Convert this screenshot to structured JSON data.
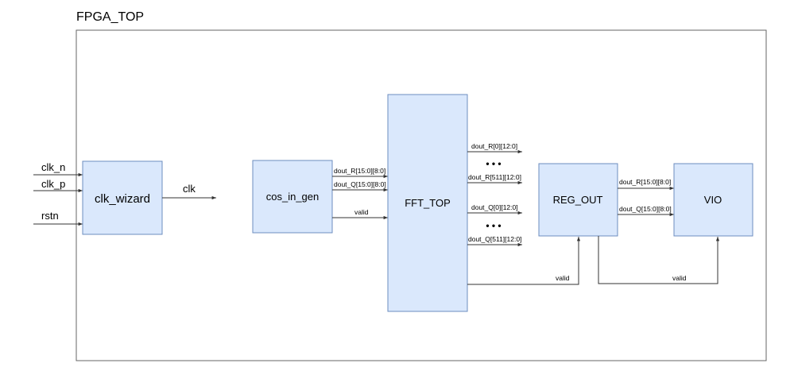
{
  "diagram": {
    "container_title": "FPGA_TOP",
    "inputs": {
      "clk_n": "clk_n",
      "clk_p": "clk_p",
      "rstn": "rstn"
    },
    "blocks": {
      "clk_wizard": "clk_wizard",
      "cos_in_gen": "cos_in_gen",
      "fft_top": "FFT_TOP",
      "reg_out": "REG_OUT",
      "vio": "VIO"
    },
    "signals": {
      "clk": "clk",
      "cos_dout_r": "dout_R[15:0][8:0]",
      "cos_dout_q": "dout_Q[15:0][8:0]",
      "cos_valid": "valid",
      "fft_dout_r0": "dout_R[0][12:0]",
      "fft_dout_r511": "dout_R[511][12:0]",
      "fft_dout_q0": "dout_Q[0][12:0]",
      "fft_dout_q511": "dout_Q[511][12:0]",
      "ellipsis": "• • •",
      "fft_valid": "valid",
      "reg_dout_r": "dout_R[15:0][8:0]",
      "reg_dout_q": "dout_Q[15:0][8:0]",
      "reg_valid": "valid"
    },
    "colors": {
      "block_fill": "#dae8fc",
      "block_stroke": "#6c8ebf",
      "container_stroke": "#666666",
      "wire": "#333333"
    }
  }
}
